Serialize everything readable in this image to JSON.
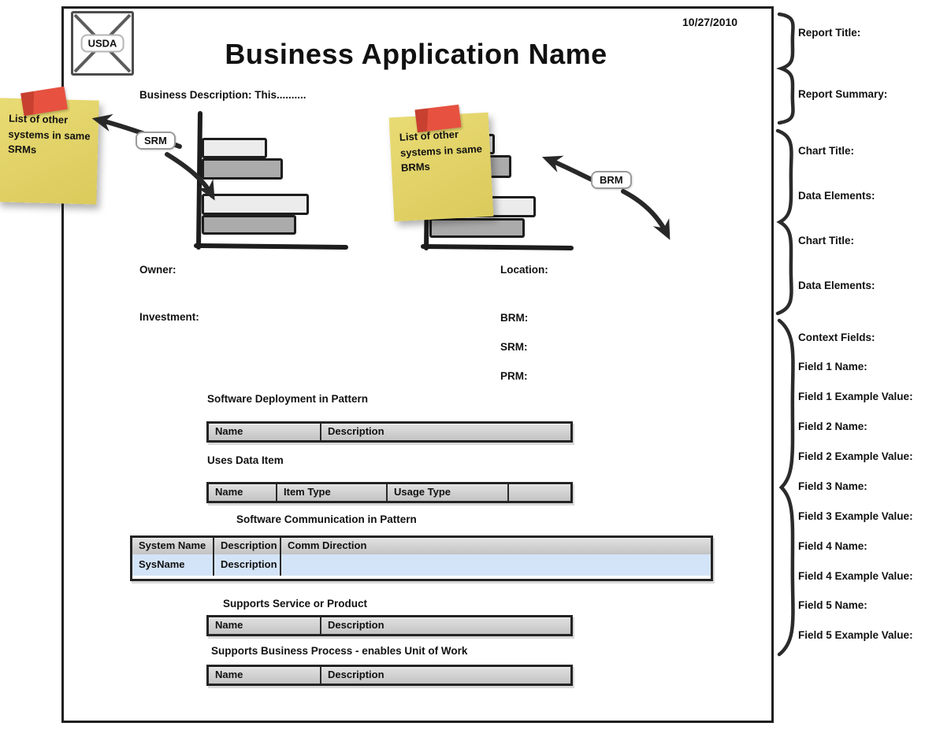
{
  "page": {
    "date": "10/27/2010",
    "logo": {
      "label": "USDA"
    },
    "title": "Business Application Name",
    "description": "Business Description: This..........",
    "fields": {
      "owner": "Owner:",
      "location": "Location:",
      "investment": "Investment:",
      "brm": "BRM:",
      "srm": "SRM:",
      "prm": "PRM:"
    },
    "callouts": {
      "srm_tag": "SRM",
      "brm_tag": "BRM",
      "sticky_srm": "List of other systems in same SRMs",
      "sticky_brm": "List of other systems in same BRMs"
    },
    "sections": [
      {
        "id": "deployment",
        "title": "Software Deployment in Pattern",
        "columns": [
          "Name",
          "Description"
        ],
        "rows": []
      },
      {
        "id": "dataitem",
        "title": "Uses Data Item",
        "columns": [
          "Name",
          "Item Type",
          "Usage Type",
          ""
        ],
        "rows": []
      },
      {
        "id": "comm",
        "title": "Software Communication in Pattern",
        "columns": [
          "System Name",
          "Description",
          "Comm Direction"
        ],
        "rows": [
          [
            "SysName",
            "Description",
            ""
          ]
        ]
      },
      {
        "id": "service",
        "title": "Supports Service or Product",
        "columns": [
          "Name",
          "Description"
        ],
        "rows": []
      },
      {
        "id": "process",
        "title": "Supports Business Process - enables Unit of Work",
        "columns": [
          "Name",
          "Description"
        ],
        "rows": []
      }
    ]
  },
  "annotations": {
    "groups": [
      {
        "labels": [
          "Report Title:",
          "Report Summary:"
        ]
      },
      {
        "labels": [
          "Chart Title:",
          "Data Elements:",
          "Chart Title:",
          "Data Elements:"
        ]
      },
      {
        "labels": [
          "Context Fields:",
          "Field 1 Name:",
          "Field 1 Example Value:",
          "Field 2 Name:",
          "Field 2 Example Value:",
          "Field 3 Name:",
          "Field 3 Example Value:",
          "Field 4 Name:",
          "Field 4 Example Value:",
          "Field 5 Name:",
          "Field 5 Example Value:"
        ]
      }
    ]
  },
  "colors": {
    "bar_light": "#ececec",
    "bar_dark": "#ababab",
    "sticky_yellow": "#e3d469",
    "tape_red": "#df4b3b",
    "row_highlight": "#d4e4f8"
  },
  "chart_data": [
    {
      "type": "bar",
      "orientation": "horizontal",
      "values_relative": [
        0.45,
        0.56,
        0.74,
        0.65
      ],
      "bar_styles": [
        "light",
        "dark",
        "light",
        "dark"
      ]
    },
    {
      "type": "bar",
      "orientation": "horizontal",
      "values_relative": [
        0.46,
        0.58,
        0.75,
        0.67
      ],
      "bar_styles": [
        "light",
        "dark",
        "light",
        "dark"
      ]
    }
  ]
}
